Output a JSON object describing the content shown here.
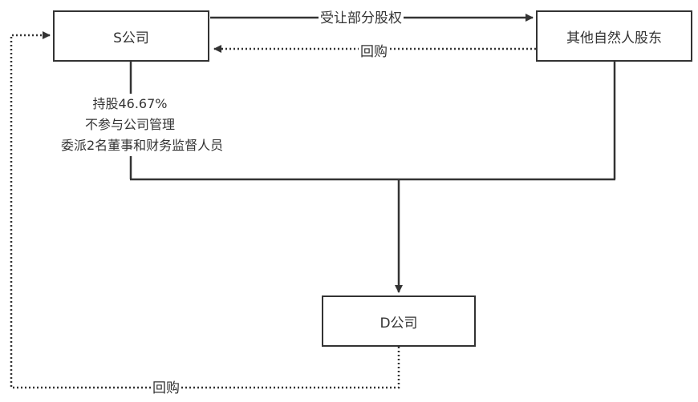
{
  "nodes": {
    "s_company": "S公司",
    "other_shareholders": "其他自然人股东",
    "d_company": "D公司"
  },
  "edges": {
    "transfer_equity": "受让部分股权",
    "buyback_top": "回购",
    "buyback_bottom": "回购"
  },
  "shareholding_note": {
    "line1": "持股46.67%",
    "line2": "不参与公司管理",
    "line3": "委派2名董事和财务监督人员"
  },
  "colors": {
    "stroke": "#333333",
    "background": "#ffffff"
  }
}
